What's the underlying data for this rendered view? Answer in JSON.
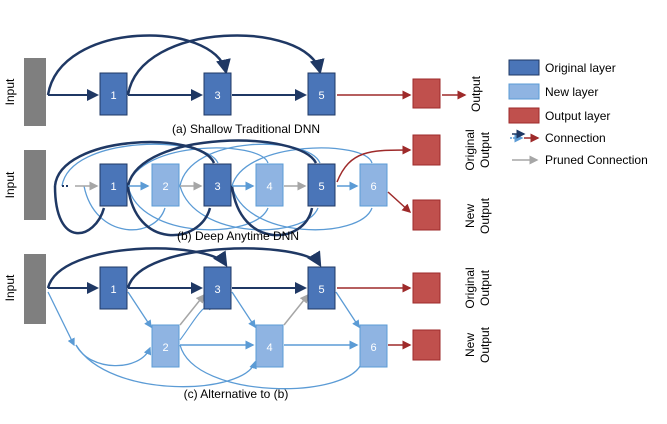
{
  "panels": {
    "a": {
      "caption": "(a) Shallow Traditional DNN",
      "input_label": "Input",
      "output_label": "Output",
      "layers": [
        "1",
        "3",
        "5"
      ]
    },
    "b": {
      "caption": "(b) Deep Anytime DNN",
      "input_label": "Input",
      "output_original": [
        "Original",
        "Output"
      ],
      "output_new": [
        "New",
        "Output"
      ],
      "layers": [
        "1",
        "2",
        "3",
        "4",
        "5",
        "6"
      ]
    },
    "c": {
      "caption": "(c) Alternative to (b)",
      "input_label": "Input",
      "output_original": [
        "Original",
        "Output"
      ],
      "output_new": [
        "New",
        "Output"
      ],
      "layers": [
        "1",
        "2",
        "3",
        "4",
        "5",
        "6"
      ]
    }
  },
  "legend": {
    "original_layer": "Original layer",
    "new_layer": "New layer",
    "output_layer": "Output layer",
    "connection": "Connection",
    "pruned_connection": "Pruned Connection"
  },
  "colors": {
    "original": "#4a75b8",
    "new": "#8fb4e2",
    "output": "#c0504d",
    "input": "#7f7f7f",
    "dark_edge": "#1f3864",
    "light_edge": "#5b9bd5",
    "red_edge": "#9e2a2a",
    "pruned": "#a6a6a6"
  }
}
